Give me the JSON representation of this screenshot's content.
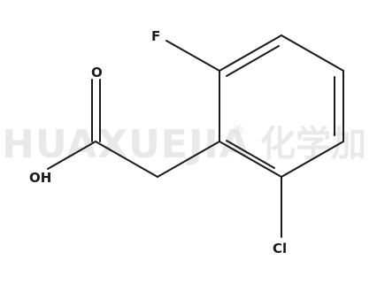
{
  "watermark": {
    "latin": "HUAXUEJIA",
    "registered": "®",
    "cjk": "化学加"
  },
  "atoms": {
    "fluorine": "F",
    "oxygen": "O",
    "hydroxyl": "OH",
    "chlorine": "Cl"
  }
}
